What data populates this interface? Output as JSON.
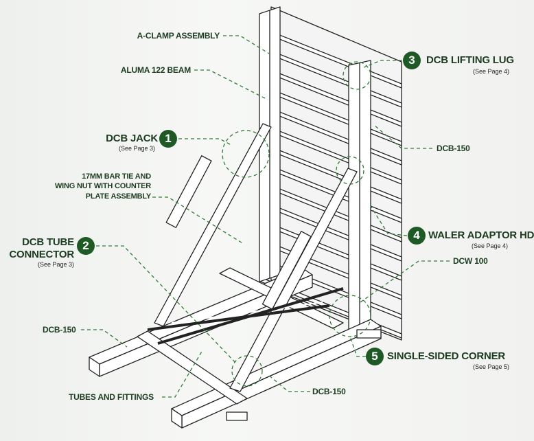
{
  "labels": {
    "a_clamp": "A-CLAMP ASSEMBLY",
    "aluma_beam": "ALUMA 122 BEAM",
    "bar_tie": [
      "17MM BAR TIE AND",
      "WING NUT WITH COUNTER",
      "PLATE ASSEMBLY"
    ],
    "dcb150_right": "DCB-150",
    "dcw100": "DCW 100",
    "dcb150_left": "DCB-150",
    "tubes_fittings": "TUBES AND FITTINGS",
    "dcb150_bottom": "DCB-150"
  },
  "callouts": [
    {
      "number": "1",
      "title": "DCB JACK",
      "ref": "(See Page 3)"
    },
    {
      "number": "2",
      "title_lines": [
        "DCB TUBE",
        "CONNECTOR"
      ],
      "ref": "(See Page 3)"
    },
    {
      "number": "3",
      "title": "DCB LIFTING LUG",
      "ref": "(See Page 4)"
    },
    {
      "number": "4",
      "title": "WALER ADAPTOR HD",
      "ref": "(See Page 4)"
    },
    {
      "number": "5",
      "title": "SINGLE-SIDED CORNER",
      "ref": "(See Page 5)"
    }
  ],
  "colors": {
    "accent": "#1f5a26",
    "text": "#1c3b20",
    "leader": "#2f7a35"
  }
}
